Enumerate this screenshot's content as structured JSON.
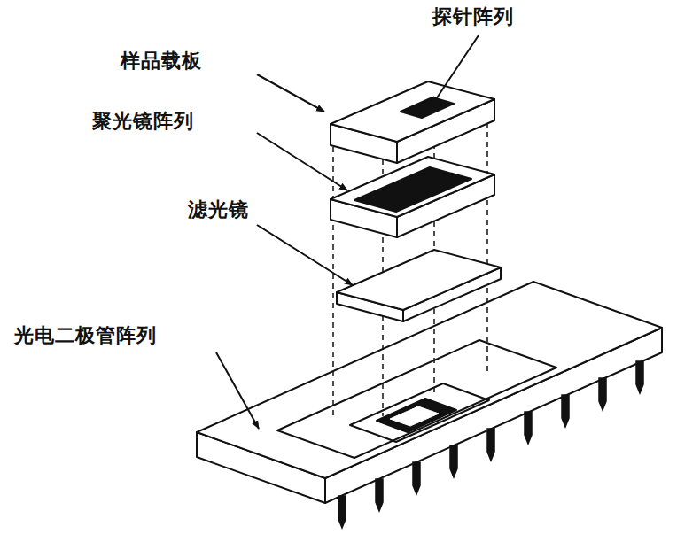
{
  "diagram": {
    "labels": [
      "探针阵列",
      "样品载板",
      "聚光镜阵列",
      "滤光镜",
      "光电二极管阵列"
    ]
  }
}
